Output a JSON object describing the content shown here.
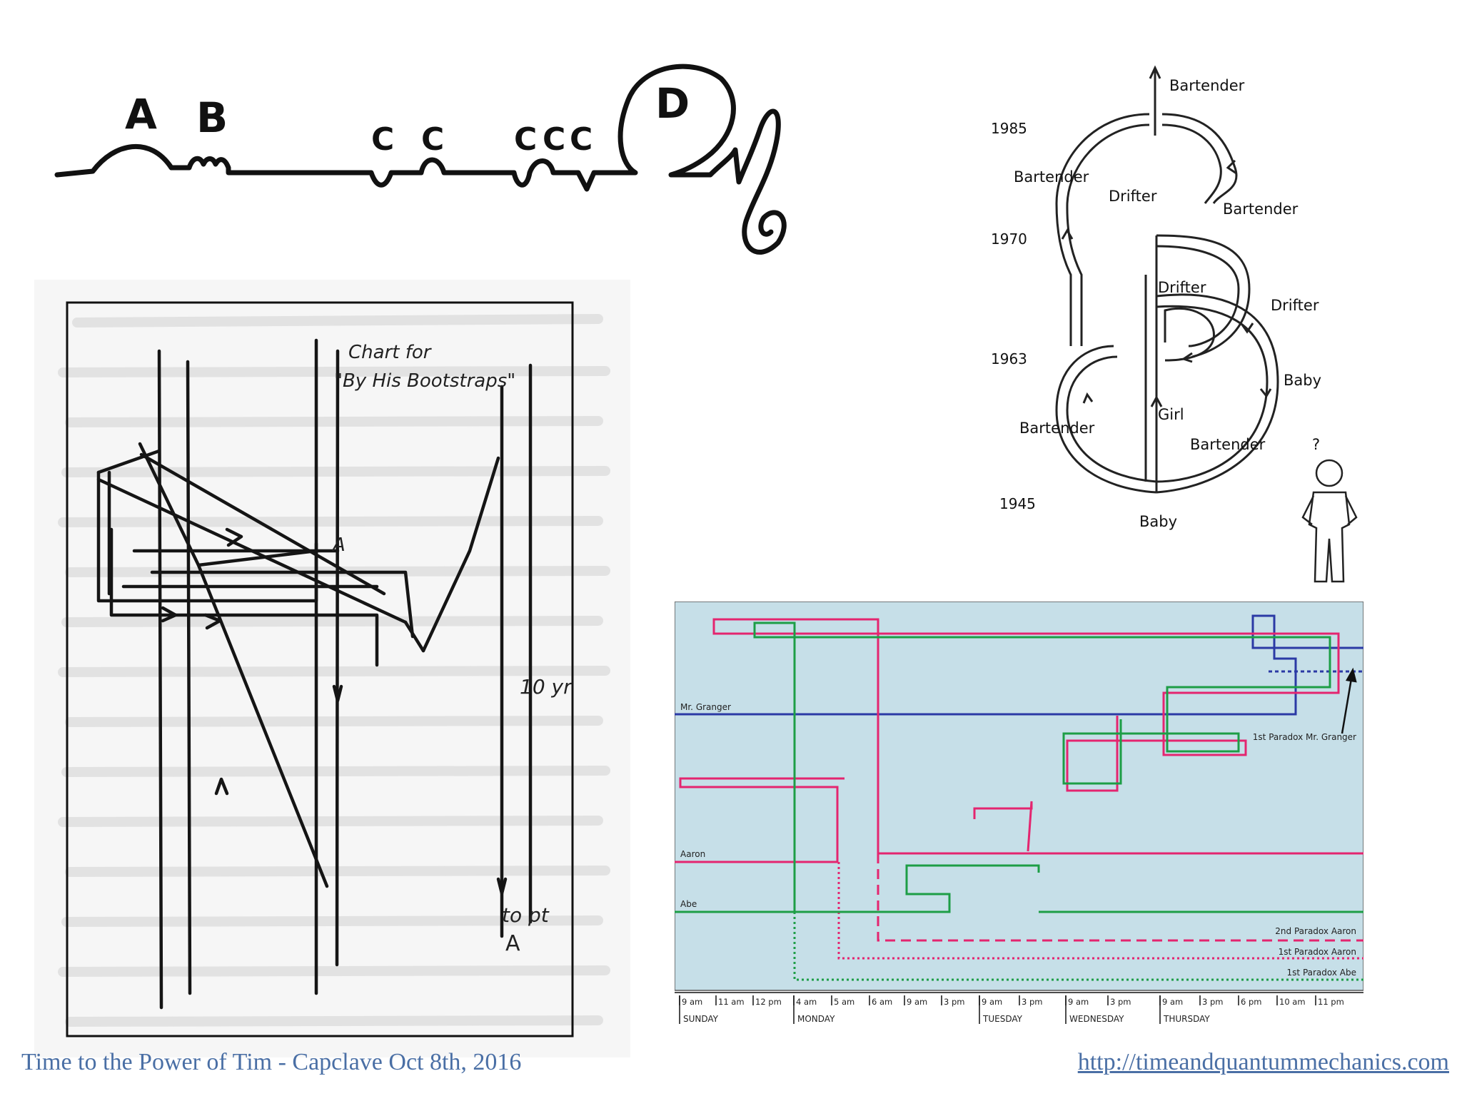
{
  "top_sketch": {
    "letters": [
      "A",
      "B",
      "C",
      "C",
      "C",
      "C",
      "C",
      "D"
    ]
  },
  "heinlein_diagram": {
    "years": [
      "1985",
      "1970",
      "1963",
      "1945"
    ],
    "labels": {
      "bartender_top": "Bartender",
      "bartender_left_upper": "Bartender",
      "drifter_upper": "Drifter",
      "bartender_right_upper": "Bartender",
      "drifter_mid": "Drifter",
      "drifter_right": "Drifter",
      "baby_right": "Baby",
      "girl": "Girl",
      "bartender_left_lower": "Bartender",
      "bartender_inner": "Bartender",
      "question": "?",
      "baby_bottom": "Baby"
    }
  },
  "sketch_chart": {
    "note": [
      "Chart for",
      "\"By His Bootstraps\""
    ],
    "label_a_mid": "A",
    "years_note": "10 yr",
    "to_pt": "to pt",
    "label_a_bottom": "A"
  },
  "timeline_chart": {
    "colors": {
      "background": "#c6dfe8",
      "pink": "#e4256f",
      "green": "#1d9e46",
      "blue": "#2b3aa5"
    },
    "row_labels": {
      "granger": "Mr. Granger",
      "aaron": "Aaron",
      "abe": "Abe"
    },
    "annotations": {
      "paradox_granger": "1st Paradox Mr. Granger",
      "paradox2_aaron": "2nd Paradox Aaron",
      "paradox1_aaron": "1st Paradox Aaron",
      "paradox1_abe": "1st Paradox Abe"
    },
    "ticks": [
      "9 am",
      "11 am",
      "12 pm",
      "4 am",
      "5 am",
      "6 am",
      "9 am",
      "3 pm",
      "9 am",
      "3 pm",
      "9 am",
      "3 pm",
      "9 am",
      "3 pm",
      "6 pm",
      "10 am",
      "11 pm"
    ],
    "days": [
      "SUNDAY",
      "MONDAY",
      "TUESDAY",
      "WEDNESDAY",
      "THURSDAY"
    ]
  },
  "footer": {
    "left": "Time to the Power of Tim - Capclave Oct 8th, 2016",
    "right": "http://timeandquantummechanics.com"
  }
}
